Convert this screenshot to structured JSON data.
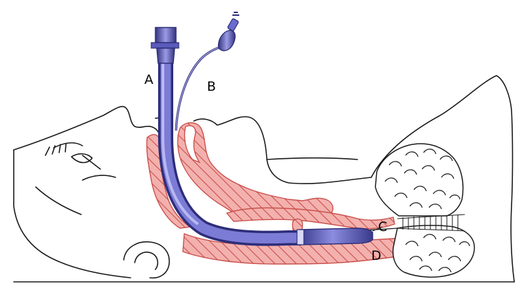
{
  "colors": {
    "line": "#1a1a1a",
    "tissue_fill": "#f3b1ae",
    "tissue_hatch": "#c9504c",
    "tube_dark": "#3a3a8c",
    "tube_mid": "#6a6ad0",
    "tube_light": "#a9a9ec",
    "background": "#ffffff"
  },
  "labels": {
    "a": "A",
    "b": "B",
    "c": "C",
    "d": "D"
  },
  "icons": [
    "endotracheal-tube",
    "pilot-balloon",
    "lung-icon"
  ]
}
